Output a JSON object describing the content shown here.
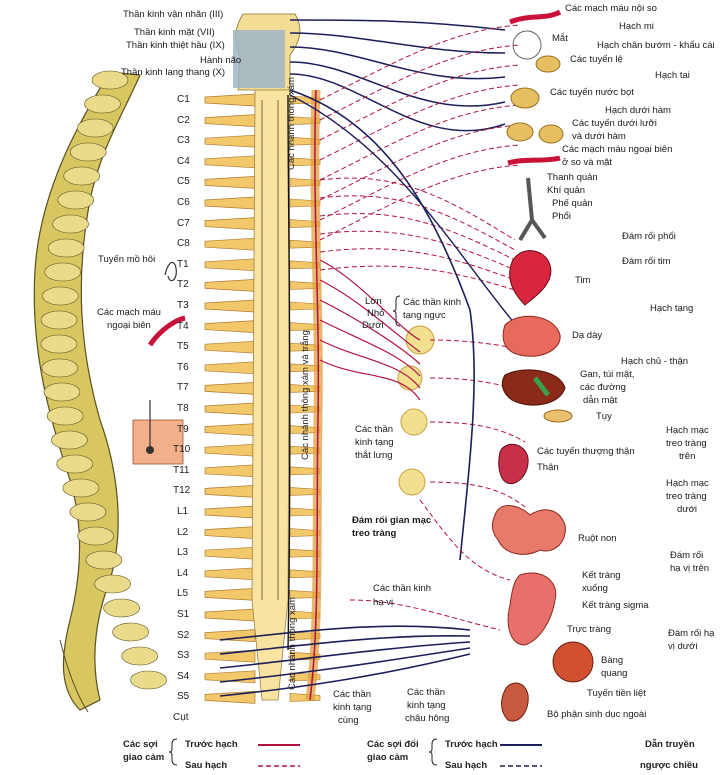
{
  "colors": {
    "pre": "#b3123e",
    "post": "#b3123e",
    "nerve": "#1c1e5a",
    "bone": "#d9c86a",
    "cord": "#f6dc8e",
    "gray": "#b7c7d3"
  },
  "seg_labels": [
    "C1",
    "C2",
    "C3",
    "C4",
    "C5",
    "C6",
    "C7",
    "C8",
    "T1",
    "T2",
    "T3",
    "T4",
    "T5",
    "T6",
    "T7",
    "T8",
    "T9",
    "T10",
    "T11",
    "T12",
    "L1",
    "L2",
    "L3",
    "L4",
    "L5",
    "S1",
    "S2",
    "S3",
    "S4",
    "S5",
    "Cụt"
  ],
  "cranial": {
    "oculomotor": "Thần kinh vận nhãn (III)",
    "facial": "Thần kinh mặt (VII)",
    "glosso": "Thần kinh thiệt hầu (IX)",
    "brain": "Hành não",
    "vagus": "Thần kinh lang thang (X)"
  },
  "left": {
    "sweat": "Tuyến mồ hôi",
    "vessels1": "Các mạch máu",
    "vessels2": "ngoại biên"
  },
  "organs": {
    "intra_vessels": "Các mạch máu nội so",
    "ciliary": "Hạch mi",
    "eye": "Mắt",
    "pterygo": "Hạch chân bướm - khẩu cái",
    "lacrimal": "Các tuyến lệ",
    "otic": "Hạch tai",
    "salivary": "Các tuyến nước bọt",
    "submand": "Hạch dưới hàm",
    "sublingual1": "Các tuyến dưới lưỡi",
    "sublingual2": "và dưới hàm",
    "periph1": "Các mạch máu ngoại biên",
    "periph2": "ở so và mặt",
    "larynx": "Thanh quản",
    "trachea": "Khí quản",
    "bronchi": "Phế quản",
    "lung": "Phổi",
    "pulm_plexus": "Đám rối phổi",
    "card_plexus": "Đám rối tim",
    "heart": "Tim",
    "celiac": "Hạch tạng",
    "stomach": "Dạ dày",
    "aortico": "Hạch chủ - thận",
    "liver1": "Gan, túi mật,",
    "liver2": "các đường",
    "liver3": "dẫn mật",
    "pancreas": "Tụy",
    "sup_mes1": "Hạch mạc",
    "sup_mes2": "treo tràng",
    "sup_mes3": "trên",
    "adrenal": "Các tuyến thượng thận",
    "kidney": "Thận",
    "inf_mes1": "Hạch mạc",
    "inf_mes2": "treo tràng",
    "inf_mes3": "dưới",
    "small_int": "Ruột non",
    "sup_hyp1": "Đám rối",
    "sup_hyp2": "hạ vị trên",
    "desc1": "Kết tràng",
    "desc2": "xuống",
    "sigmoid": "Kết tràng sigma",
    "rectum": "Trực tràng",
    "inf_hyp1": "Đám rối hạ",
    "inf_hyp2": "vị dưới",
    "bladder1": "Bàng",
    "bladder2": "quang",
    "prostate": "Tuyến tiền liệt",
    "genital": "Bộ phận sinh dục ngoài"
  },
  "middle": {
    "greater": "Lớn",
    "lesser": "Nhỏ",
    "least": "Dưới",
    "thor1": "Các thần kinh",
    "thor2": "tạng ngực",
    "lumb1": "Các thần",
    "lumb2": "kinh tạng",
    "lumb3": "thắt lưng",
    "intermes1": "Đám rối gian mạc",
    "intermes2": "treo tràng",
    "hypog1": "Các thần kinh",
    "hypog2": "hạ vị",
    "sacral1": "Các thần",
    "sacral2": "kinh tạng",
    "sacral3": "cùng",
    "pelvic1": "Các thần",
    "pelvic2": "kinh tạng",
    "pelvic3": "chậu hông"
  },
  "vertical": {
    "gray1": "Các nhánh thông xám",
    "grayWhite": "Các nhánh thông xám và trắng",
    "gray2": "Các nhánh thông xám"
  },
  "legend": {
    "sym1": "Các sợi",
    "sym2": "giao cảm",
    "para1": "Các sợi đối",
    "para2": "giao cảm",
    "pre": "Trước hạch",
    "post": "Sau hạch",
    "afferent1": "Dẫn truyền",
    "afferent2": "ngược chiều"
  }
}
